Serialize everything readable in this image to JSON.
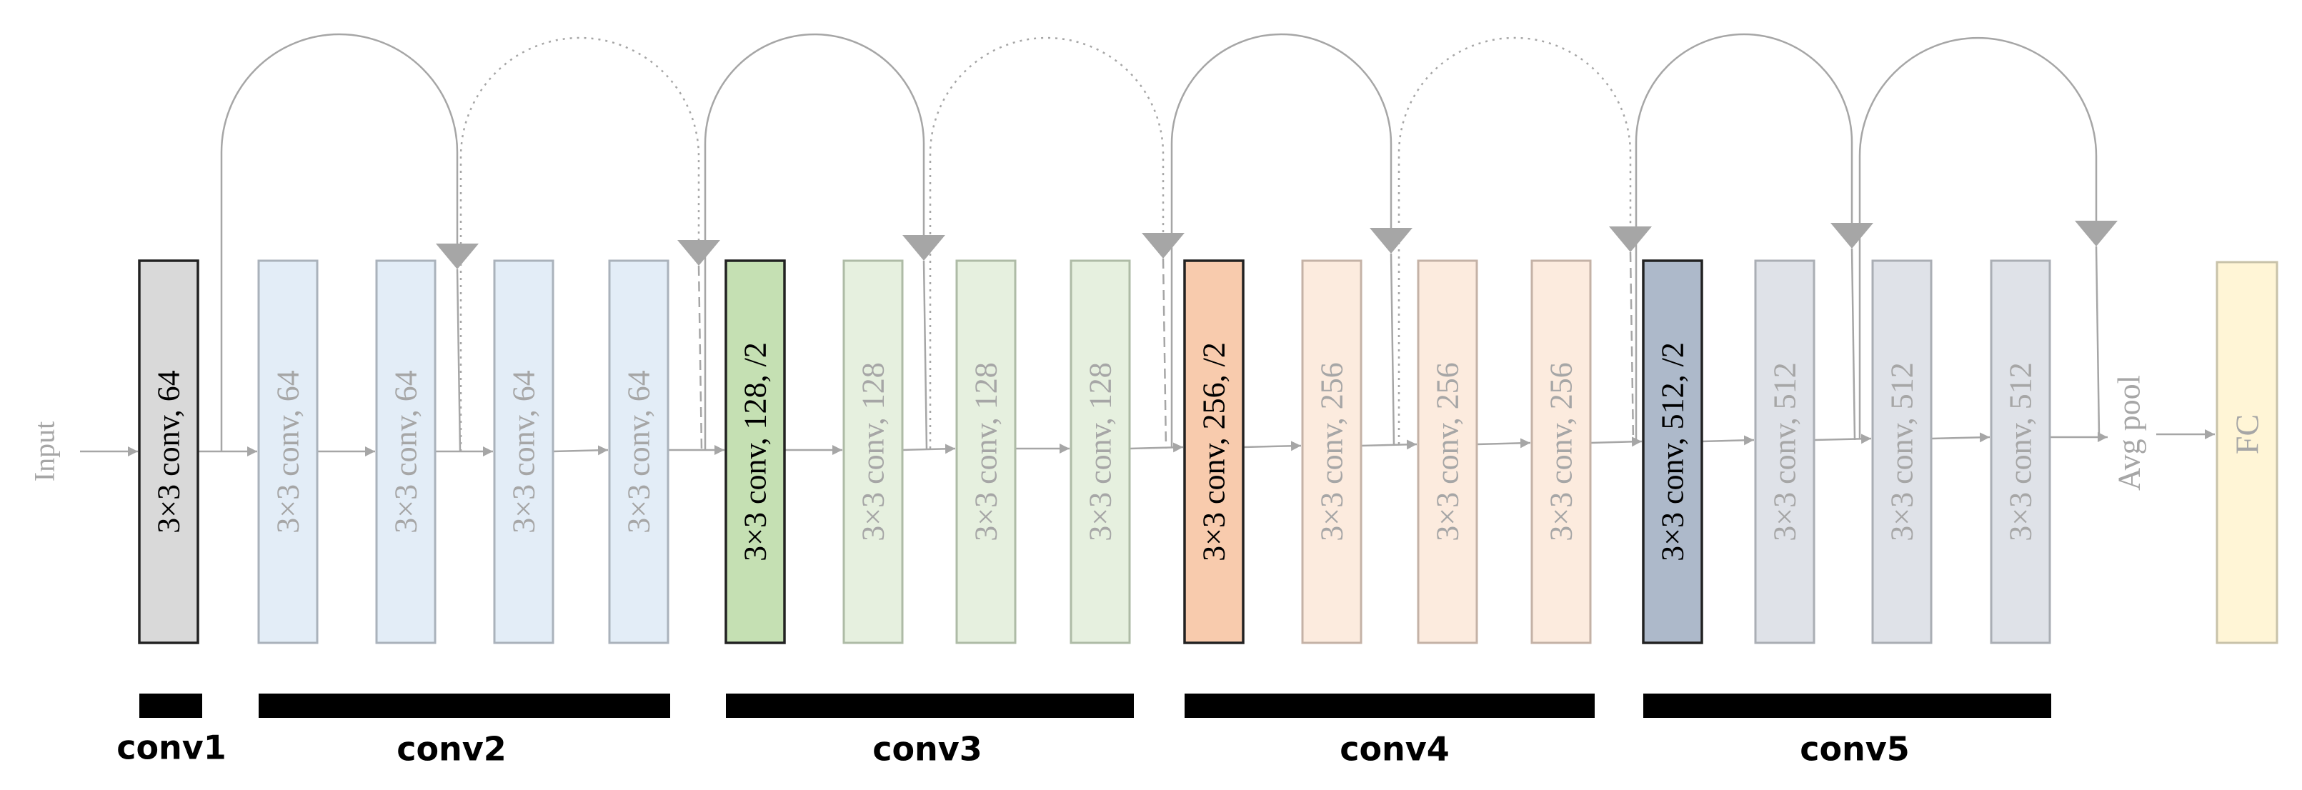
{
  "input_label": "Input",
  "avgpool_label": "Avg pool",
  "fc_label": "FC",
  "layers": [
    {
      "label": "3×3 conv, 64",
      "group": "conv1",
      "highlight": true
    },
    {
      "label": "3×3 conv, 64",
      "group": "conv2",
      "highlight": false
    },
    {
      "label": "3×3 conv, 64",
      "group": "conv2",
      "highlight": false
    },
    {
      "label": "3×3 conv, 64",
      "group": "conv2",
      "highlight": false
    },
    {
      "label": "3×3 conv, 64",
      "group": "conv2",
      "highlight": false
    },
    {
      "label": "3×3 conv, 128, /2",
      "group": "conv3",
      "highlight": true
    },
    {
      "label": "3×3 conv, 128",
      "group": "conv3",
      "highlight": false
    },
    {
      "label": "3×3 conv, 128",
      "group": "conv3",
      "highlight": false
    },
    {
      "label": "3×3 conv, 128",
      "group": "conv3",
      "highlight": false
    },
    {
      "label": "3×3 conv, 256, /2",
      "group": "conv4",
      "highlight": true
    },
    {
      "label": "3×3 conv, 256",
      "group": "conv4",
      "highlight": false
    },
    {
      "label": "3×3 conv, 256",
      "group": "conv4",
      "highlight": false
    },
    {
      "label": "3×3 conv, 256",
      "group": "conv4",
      "highlight": false
    },
    {
      "label": "3×3 conv, 512, /2",
      "group": "conv5",
      "highlight": true
    },
    {
      "label": "3×3 conv, 512",
      "group": "conv5",
      "highlight": false
    },
    {
      "label": "3×3 conv, 512",
      "group": "conv5",
      "highlight": false
    },
    {
      "label": "3×3 conv, 512",
      "group": "conv5",
      "highlight": false
    }
  ],
  "groups": [
    {
      "name": "conv1"
    },
    {
      "name": "conv2"
    },
    {
      "name": "conv3"
    },
    {
      "name": "conv4"
    },
    {
      "name": "conv5"
    }
  ],
  "colors": {
    "conv1": {
      "fill": "#d9d9d9",
      "stroke": "#222222"
    },
    "conv2": {
      "fill": "#e3edf7",
      "stroke": "#aab2bb"
    },
    "conv3_main": {
      "fill": "#c5e0b3",
      "stroke": "#222222"
    },
    "conv3": {
      "fill": "#e6f0df",
      "stroke": "#aebba6"
    },
    "conv4_main": {
      "fill": "#f8cbad",
      "stroke": "#222222"
    },
    "conv4": {
      "fill": "#fcebde",
      "stroke": "#c4b2a6"
    },
    "conv5_main": {
      "fill": "#adb9ca",
      "stroke": "#222222"
    },
    "conv5": {
      "fill": "#dfe2e8",
      "stroke": "#aaaeb4"
    },
    "fc": {
      "fill": "#fff5d6",
      "stroke": "#c8c2a9"
    },
    "edge": "#a6a6a6",
    "faded_text": "#a6a6a6",
    "bar": "#000000"
  }
}
